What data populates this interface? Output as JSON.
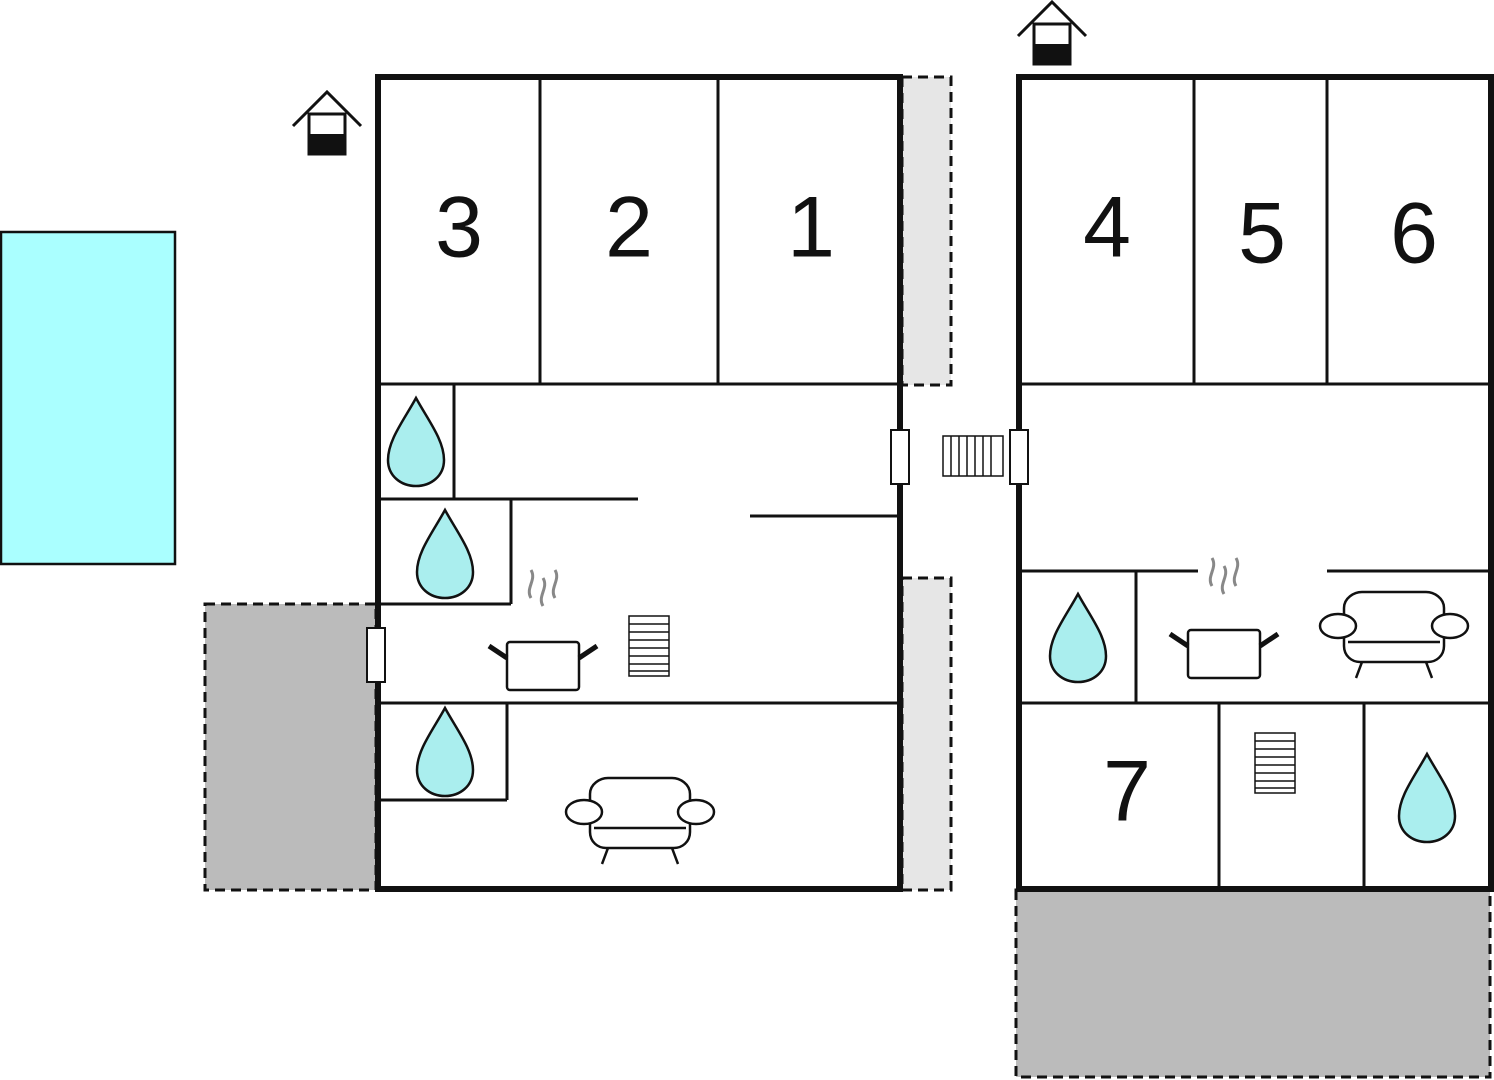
{
  "colors": {
    "wall": "#111111",
    "pool": "#aaffff",
    "water_icon": "#aaeeee",
    "terrace_dark": "#bbbbbb",
    "terrace_light": "#e6e6e6",
    "steam": "#888888"
  },
  "rooms": {
    "r1": "1",
    "r2": "2",
    "r3": "3",
    "r4": "4",
    "r5": "5",
    "r6": "6",
    "r7": "7"
  },
  "icons": [
    "house-entrance-icon",
    "water-drop-icon",
    "cooking-pot-icon",
    "sofa-icon",
    "radiator-icon",
    "stairs-icon",
    "door-icon"
  ]
}
